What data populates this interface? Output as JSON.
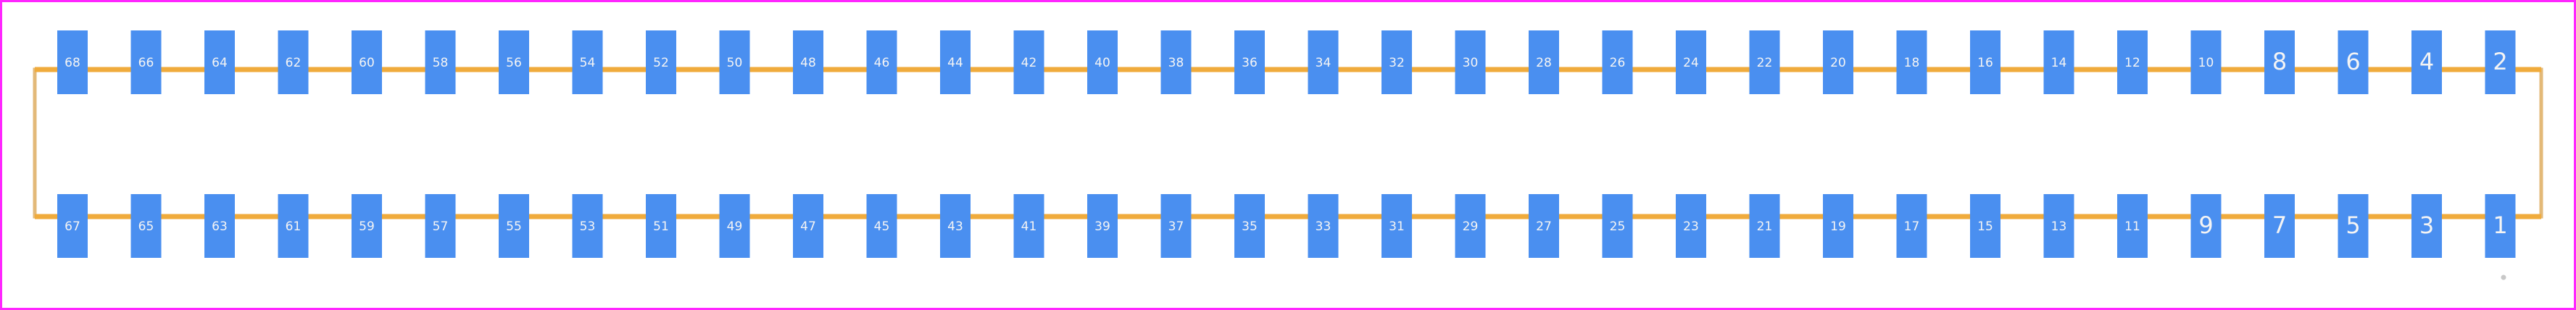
{
  "colors": {
    "background": "#ffffff",
    "frame": "#ff26ff",
    "outline": "#e3b978",
    "trace": "#f0ab3c",
    "pad": "#4a8ff0",
    "pad_label": "#f4f4f4",
    "marker": "#c8c8c8"
  },
  "top_row": [
    "68",
    "66",
    "64",
    "62",
    "60",
    "58",
    "56",
    "54",
    "52",
    "50",
    "48",
    "46",
    "44",
    "42",
    "40",
    "38",
    "36",
    "34",
    "32",
    "30",
    "28",
    "26",
    "24",
    "22",
    "20",
    "18",
    "16",
    "14",
    "12",
    "10",
    "8",
    "6",
    "4",
    "2"
  ],
  "bottom_row": [
    "67",
    "65",
    "63",
    "61",
    "59",
    "57",
    "55",
    "53",
    "51",
    "49",
    "47",
    "45",
    "43",
    "41",
    "39",
    "37",
    "35",
    "33",
    "31",
    "29",
    "27",
    "25",
    "23",
    "21",
    "19",
    "17",
    "15",
    "13",
    "11",
    "9",
    "7",
    "5",
    "3",
    "1"
  ],
  "pin1_marker": "dot"
}
